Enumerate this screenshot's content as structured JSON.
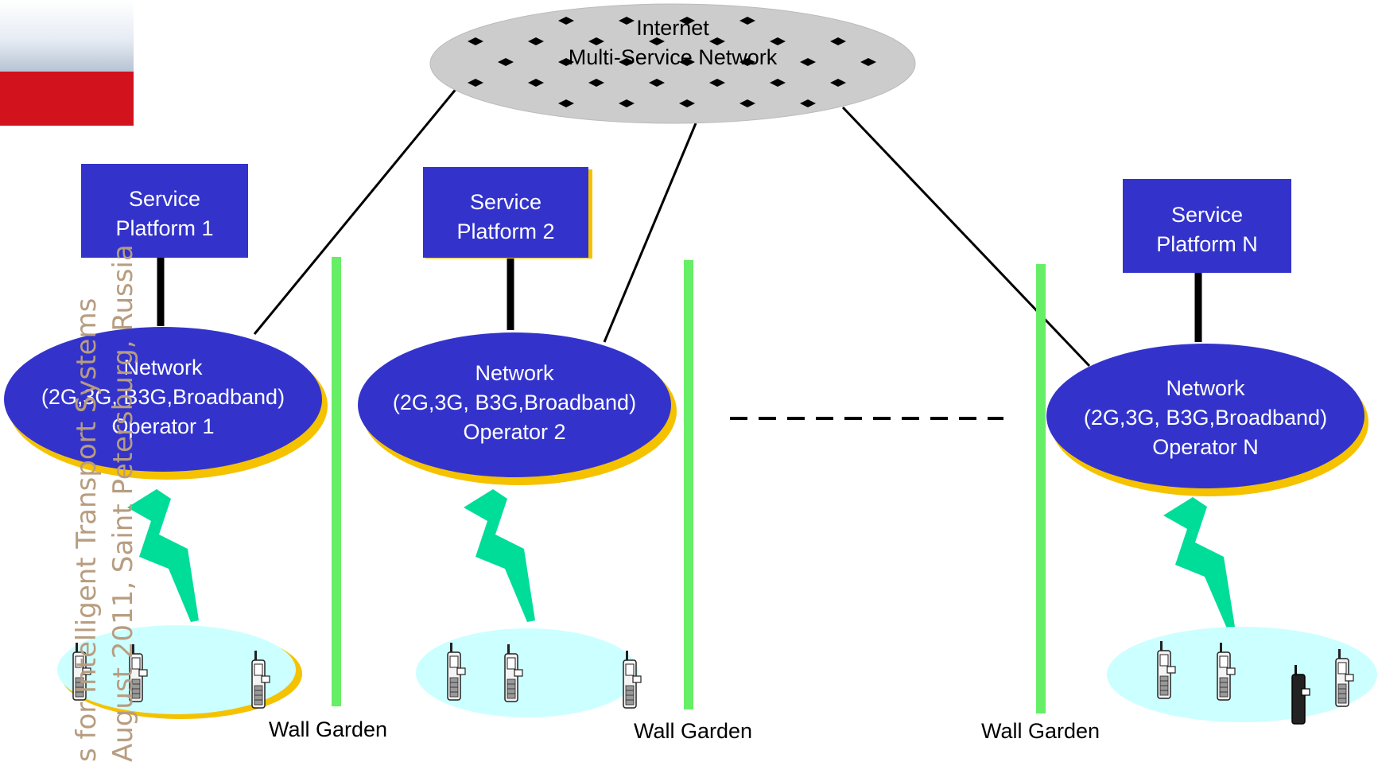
{
  "internet_cloud": {
    "line1": "Internet",
    "line2": "Multi-Service Network"
  },
  "columns": [
    {
      "platform": {
        "line1": "Service",
        "line2": "Platform 1"
      },
      "network": {
        "line1": "Network",
        "line2": "(2G,3G, B3G,Broadband)",
        "line3": "Operator 1"
      }
    },
    {
      "platform": {
        "line1": "Service",
        "line2": "Platform 2"
      },
      "network": {
        "line1": "Network",
        "line2": "(2G,3G, B3G,Broadband)",
        "line3": "Operator 2"
      }
    },
    {
      "platform": {
        "line1": "Service",
        "line2": "Platform N"
      },
      "network": {
        "line1": "Network",
        "line2": "(2G,3G, B3G,Broadband)",
        "line3": "Operator N"
      }
    }
  ],
  "wall_gardens": [
    "Wall Garden",
    "Wall Garden",
    "Wall Garden"
  ],
  "side_footer": {
    "line1": "s for Intelligent Transport Systems",
    "line2": "August 2011, Saint Petersburg, Russia"
  },
  "colors": {
    "platform_fill": "#3333cc",
    "network_fill": "#3333cc",
    "network_shadow": "#f5c200",
    "cloud_fill": "#cccccc",
    "device_cloud_fill": "#ccffff",
    "wall_garden": "#66ee66",
    "lightning": "#00dd99",
    "logo_red": "#d2121c",
    "side_text": "#b79d80"
  }
}
